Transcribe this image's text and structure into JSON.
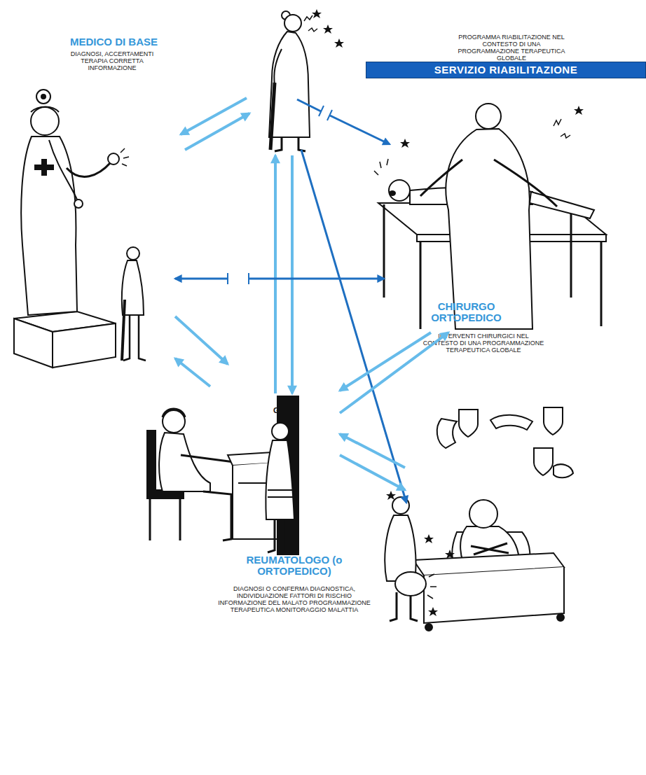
{
  "diagram": {
    "nodes": [
      {
        "text": [
          "SERVIZIO RIABILITAZIONE",
          "PROGRAMMA RIABILITAZIONE NEL CONTESTO DI UNA PROGRAMMAZIONE TERAPEUTICA GLOBALE"
        ]
      },
      {
        "text": [
          "MEDICO DI BASE",
          "DIAGNOSI, ACCERTAMENTI TERAPIA CORRETTA INFORMAZIONE"
        ]
      },
      {
        "text": [
          "CHIRURGO ORTOPEDICO",
          "INTERVENTI CHIRURGICI NEL CONTESTO DI UNA PROGRAMMAZIONE TERAPEUTICA GLOBALE"
        ]
      },
      {
        "text": [
          "REUMATOLOGO (o ORTOPEDICO)",
          "DIAGNOSI O CONFERMA DIAGNOSTICA, INDIVIDUAZIONE FATTORI DI RISCHIO INFORMAZIONE DEL MALATO PROGRAMMAZIONE TERAPEUTICA MONITORAGGIO MALATTIA"
        ]
      }
    ],
    "edges": [
      {
        "from": 1,
        "to": 0,
        "arrow": "both"
      },
      {
        "from": 1,
        "to": 3,
        "arrow": "to"
      },
      {
        "from": 3,
        "to": 1,
        "arrow": "to"
      },
      {
        "from": 0,
        "to": 3,
        "arrow": "to"
      },
      {
        "from": 3,
        "to": 0,
        "arrow": "to"
      },
      {
        "from": 3,
        "to": 2,
        "arrow": "to"
      },
      {
        "from": 2,
        "to": 3,
        "arrow": "to"
      }
    ],
    "labels": [
      "GH!"
    ]
  }
}
